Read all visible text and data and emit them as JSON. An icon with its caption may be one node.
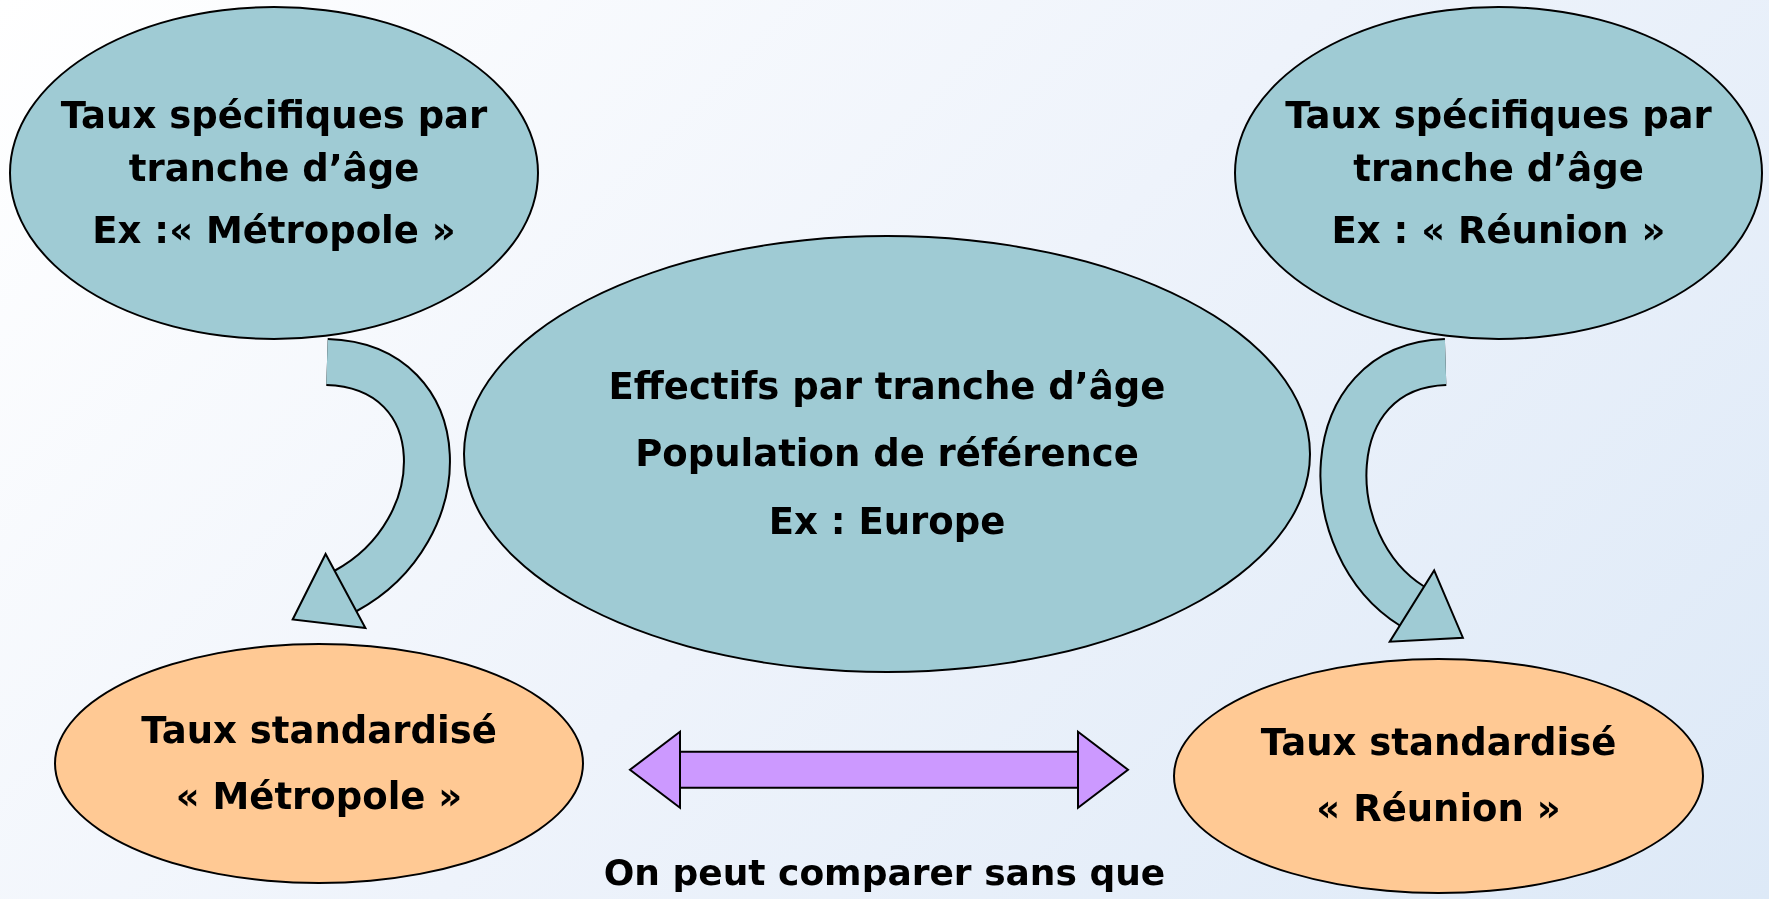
{
  "diagram": {
    "nodes": [
      {
        "text": [
          "Taux spécifiques par tranche d’âge",
          "Ex :« Métropole »"
        ]
      },
      {
        "text": [
          "Taux spécifiques par tranche d’âge",
          "Ex : « Réunion »"
        ]
      },
      {
        "text": [
          "Effectifs par tranche d’âge",
          "Population de référence",
          "Ex : Europe"
        ]
      },
      {
        "text": [
          "Taux standardisé",
          "« Métropole »"
        ]
      },
      {
        "text": [
          "Taux standardisé",
          "« Réunion »"
        ]
      }
    ],
    "edges": [
      {
        "from": 0,
        "to": 3,
        "arrow": "to"
      },
      {
        "from": 1,
        "to": 4,
        "arrow": "to"
      },
      {
        "from": 3,
        "to": 4,
        "arrow": "both",
        "color": "#cc99ff"
      }
    ],
    "labels": [
      "On peut comparer sans que"
    ]
  }
}
